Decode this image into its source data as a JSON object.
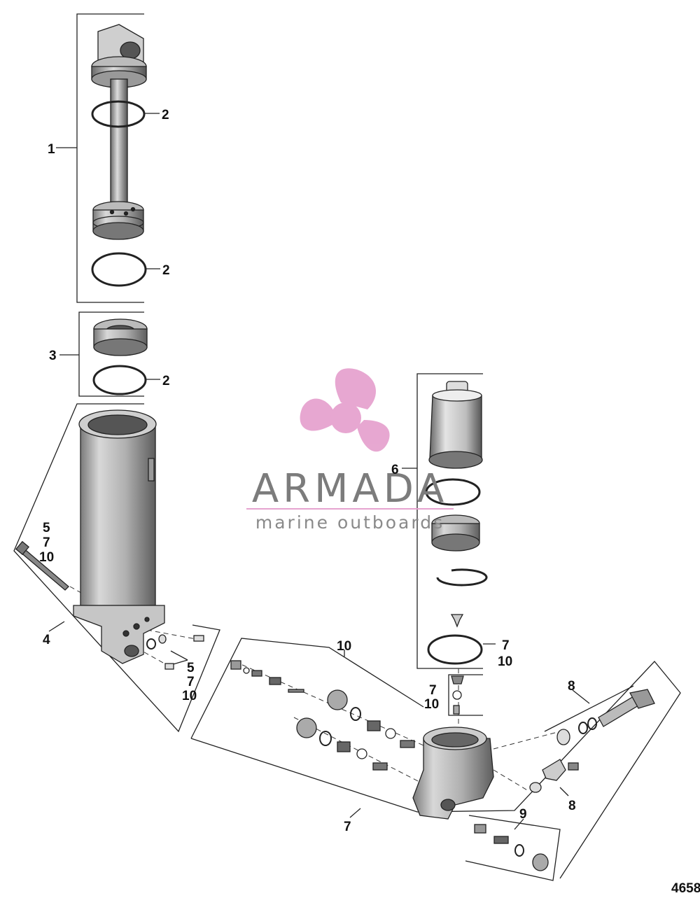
{
  "diagram": {
    "figure_number": "4658",
    "callouts": {
      "c1": "1",
      "c2a": "2",
      "c2b": "2",
      "c2c": "2",
      "c3": "3",
      "c4": "4",
      "c5a": "5",
      "c7a": "7",
      "c10a": "10",
      "c5b": "5",
      "c7b": "7",
      "c10b": "10",
      "c6": "6",
      "c7c": "7",
      "c10c": "10",
      "c7d": "7",
      "c10d": "10",
      "c10e": "10",
      "c7e": "7",
      "c8a": "8",
      "c8b": "8",
      "c9": "9"
    }
  },
  "watermark": {
    "brand": "ARMADA",
    "tagline": "marine outboards",
    "logo_color": "#e6a3cf",
    "text_color": "#7c7c7c"
  }
}
